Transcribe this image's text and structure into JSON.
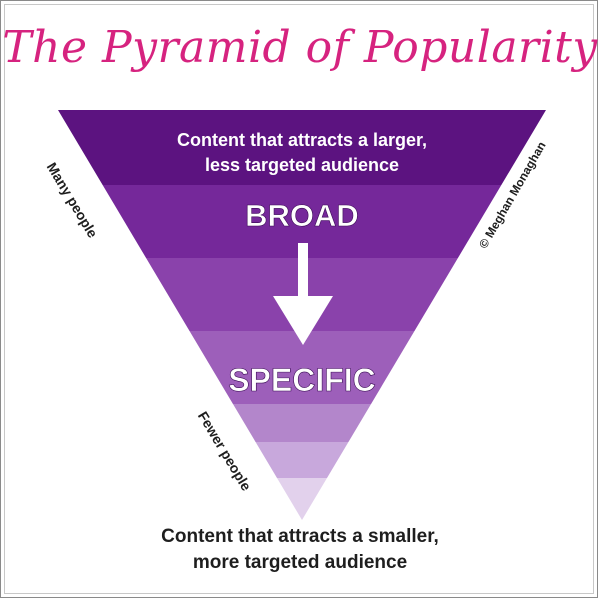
{
  "title": "The Pyramid of Popularity",
  "top_text": {
    "line1": "Content that attracts a larger,",
    "line2": "less targeted audience"
  },
  "broad_label": "BROAD",
  "specific_label": "SPECIFIC",
  "left_top_label": "Many people",
  "left_bottom_label": "Fewer people",
  "copyright_label": "© Meghan Monaghan",
  "bottom_text": {
    "line1": "Content that attracts a smaller,",
    "line2": "more targeted audience"
  },
  "colors": {
    "title": "#d6237f",
    "bands": [
      "#5c1380",
      "#75289a",
      "#8a42ab",
      "#9d5fba",
      "#b386cb",
      "#c8a8dc",
      "#e2d1ec"
    ],
    "arrow": "#ffffff",
    "text_dark": "#1e1e1e"
  },
  "icons": [
    "down-arrow-icon"
  ]
}
